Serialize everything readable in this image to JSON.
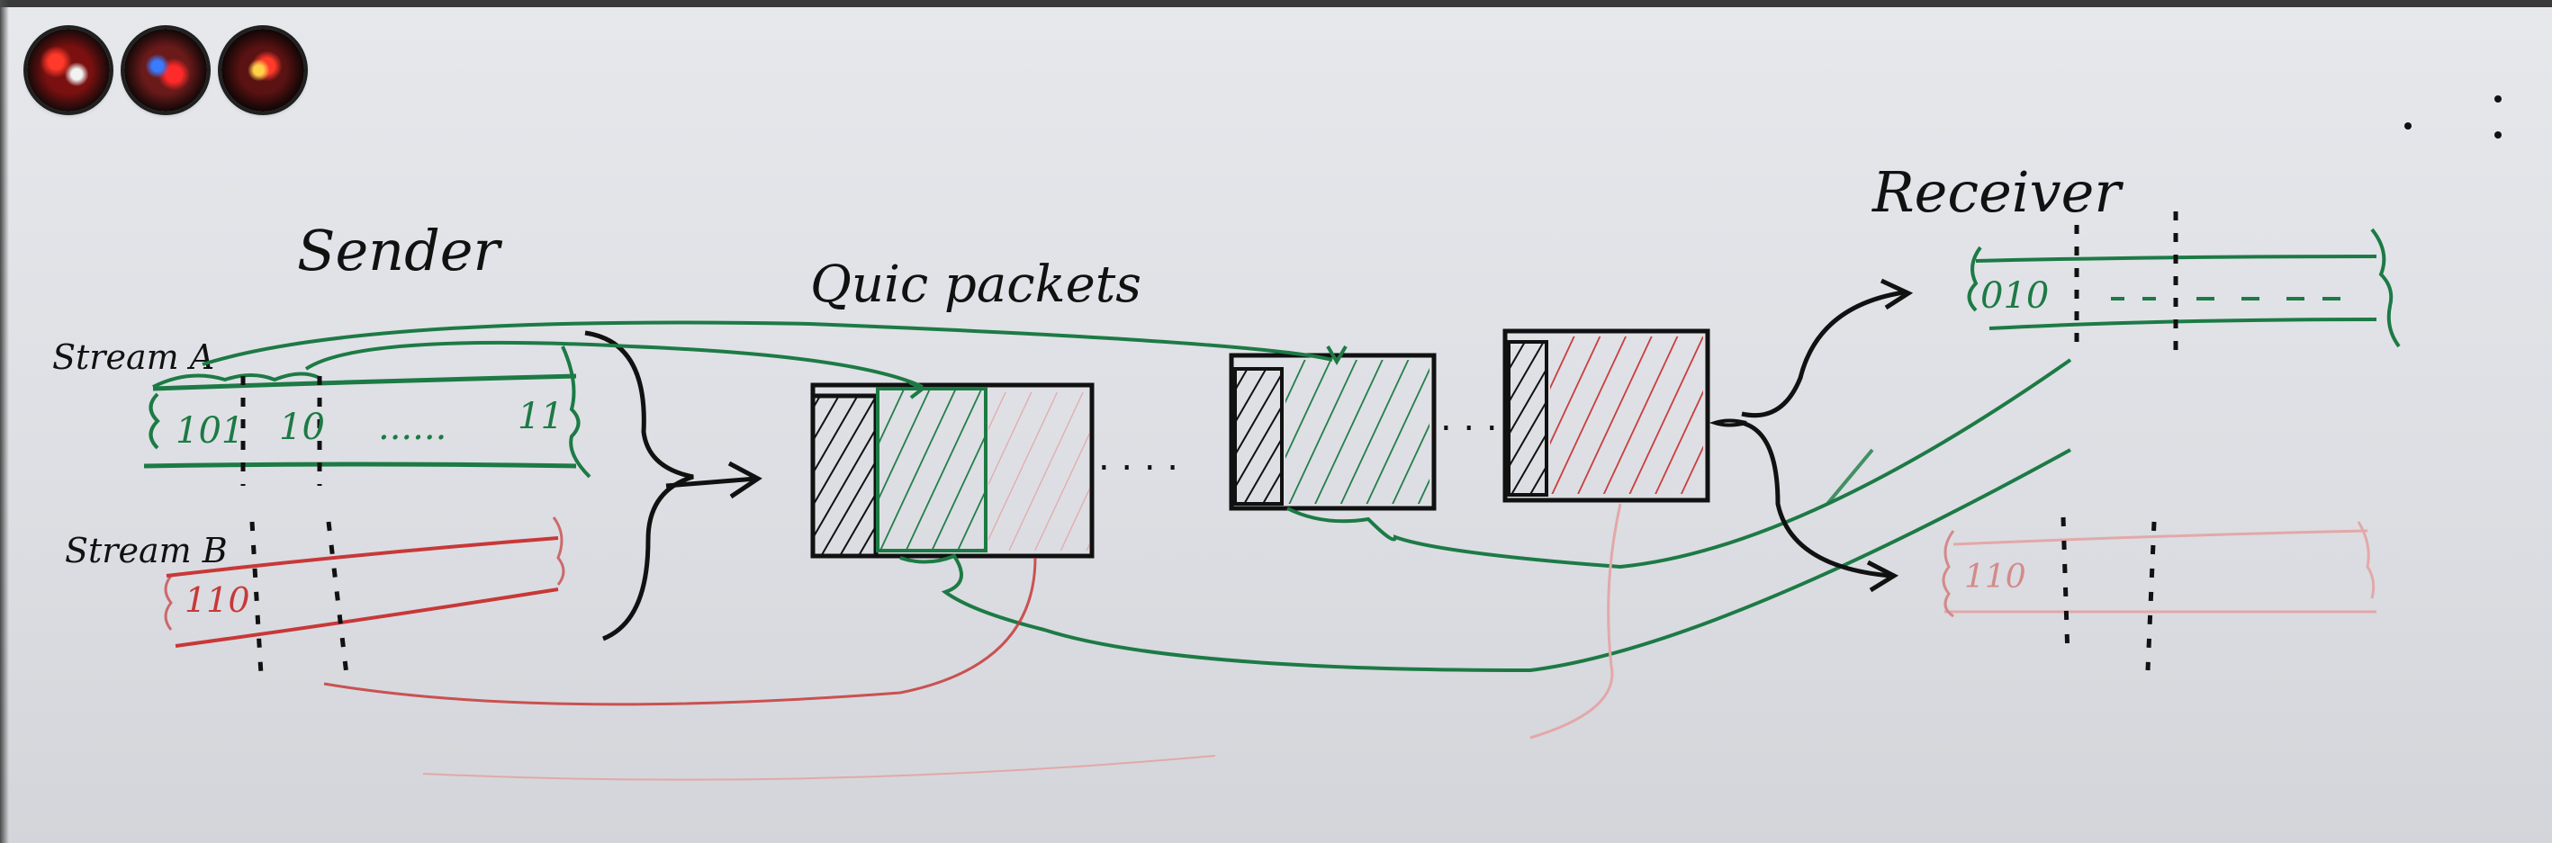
{
  "labels": {
    "sender": "Sender",
    "quic_packets": "Quic packets",
    "receiver": "Receiver",
    "stream_a": "Stream A",
    "stream_b": "Stream B"
  },
  "stream_a": {
    "bits_1": "101",
    "bits_2": "10",
    "gap": "......",
    "bits_end": "11"
  },
  "stream_b": {
    "bits": "110"
  },
  "receiver_stream_a": {
    "bits": "010"
  },
  "receiver_stream_b": {
    "bits": "110"
  },
  "ellipsis_1": ". . . .",
  "ellipsis_2": ". . .",
  "colors": {
    "ink": "#111111",
    "stream_a": "#1d7a45",
    "stream_b": "#c83838",
    "board": "#e2e4e8"
  }
}
